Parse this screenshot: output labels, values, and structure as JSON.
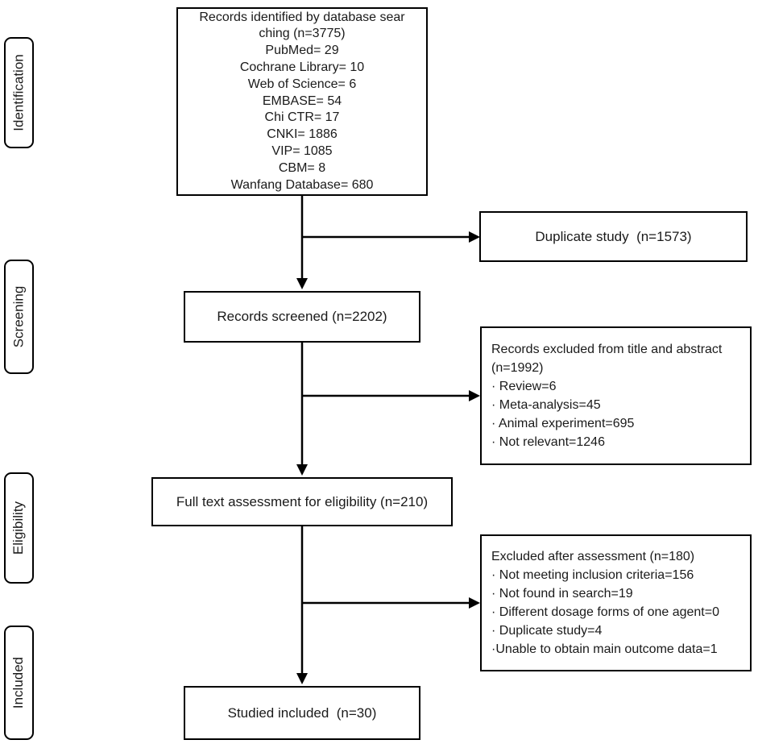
{
  "diagram": {
    "stages": [
      {
        "label": "Identification"
      },
      {
        "label": "Screening"
      },
      {
        "label": "Eligibility"
      },
      {
        "label": "Included"
      }
    ],
    "boxes": {
      "identified": {
        "lines": [
          "Records identified by database sear",
          "ching (n=3775)",
          "PubMed= 29",
          "Cochrane Library= 10",
          "Web of Science= 6",
          "EMBASE= 54",
          "Chi CTR= 17",
          "CNKI= 1886",
          "VIP= 1085",
          "CBM= 8",
          "Wanfang Database= 680"
        ]
      },
      "duplicate": {
        "label": "Duplicate study  (n=1573)"
      },
      "screened": {
        "label": "Records screened (n=2202)"
      },
      "excluded_title_abstract": {
        "lines": [
          "Records excluded from title and abstract",
          "(n=1992)",
          "· Review=6",
          "· Meta-analysis=45",
          "· Animal experiment=695",
          "· Not relevant=1246"
        ]
      },
      "full_text": {
        "label": "Full text assessment for eligibility (n=210)"
      },
      "excluded_after": {
        "lines": [
          "Excluded after assessment (n=180)",
          "· Not meeting inclusion criteria=156",
          "· Not found in search=19",
          "· Different dosage forms of one agent=0",
          "· Duplicate study=4",
          "·Unable to obtain main outcome data=1"
        ]
      },
      "included": {
        "label": "Studied included  (n=30)"
      }
    },
    "colors": {
      "line": "#000000",
      "text": "#1a1a1a",
      "background": "#ffffff"
    }
  }
}
